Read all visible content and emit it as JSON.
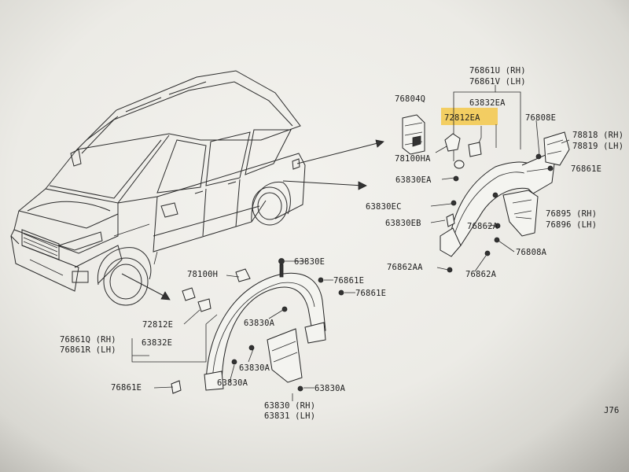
{
  "callouts": {
    "c_76861U": "76861U (RH)",
    "c_76861V": "76861V (LH)",
    "c_63832EA": "63832EA",
    "c_76804Q": "76804Q",
    "c_72812EA": "72812EA",
    "c_76808E": "76808E",
    "c_78818": "78818 (RH)",
    "c_78819": "78819 (LH)",
    "c_78100HA": "78100HA",
    "c_76861E_top": "76861E",
    "c_63830EA": "63830EA",
    "c_63830EC": "63830EC",
    "c_63830EB": "63830EB",
    "c_76895": "76895 (RH)",
    "c_76896": "76896 (LH)",
    "c_76862A_r1": "76862A",
    "c_76808A": "76808A",
    "c_76862AA": "76862AA",
    "c_76862A_r2": "76862A",
    "c_78100H": "78100H",
    "c_63830E": "63830E",
    "c_76861E_m1": "76861E",
    "c_76861E_m2": "76861E",
    "c_72812E": "72812E",
    "c_63830A_1": "63830A",
    "c_76861Q": "76861Q (RH)",
    "c_76861R": "76861R (LH)",
    "c_63832E": "63832E",
    "c_63830A_2": "63830A",
    "c_76861E_b": "76861E",
    "c_63830A_3": "63830A",
    "c_63830A_4": "63830A",
    "c_63830": "63830 (RH)",
    "c_63831": "63831 (LH)",
    "c_J76": "J76"
  },
  "highlight": {
    "part": "72812EA",
    "color": "#f3c84a"
  },
  "colors": {
    "line": "#2a2a2a",
    "paper": "#efeee9"
  }
}
